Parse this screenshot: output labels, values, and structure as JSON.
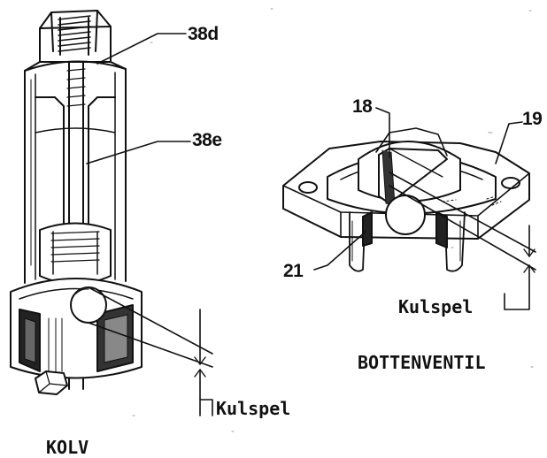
{
  "labels": {
    "ref_38d": "38d",
    "ref_38e": "38e",
    "ref_18": "18",
    "ref_19": "19",
    "ref_21": "21",
    "kulspel_left": "Kulspel",
    "kulspel_right": "Kulspel",
    "bottenventil": "BOTTENVENTIL",
    "kolv": "KOLV"
  },
  "colors": {
    "ink": "#111111",
    "paper": "#ffffff"
  }
}
